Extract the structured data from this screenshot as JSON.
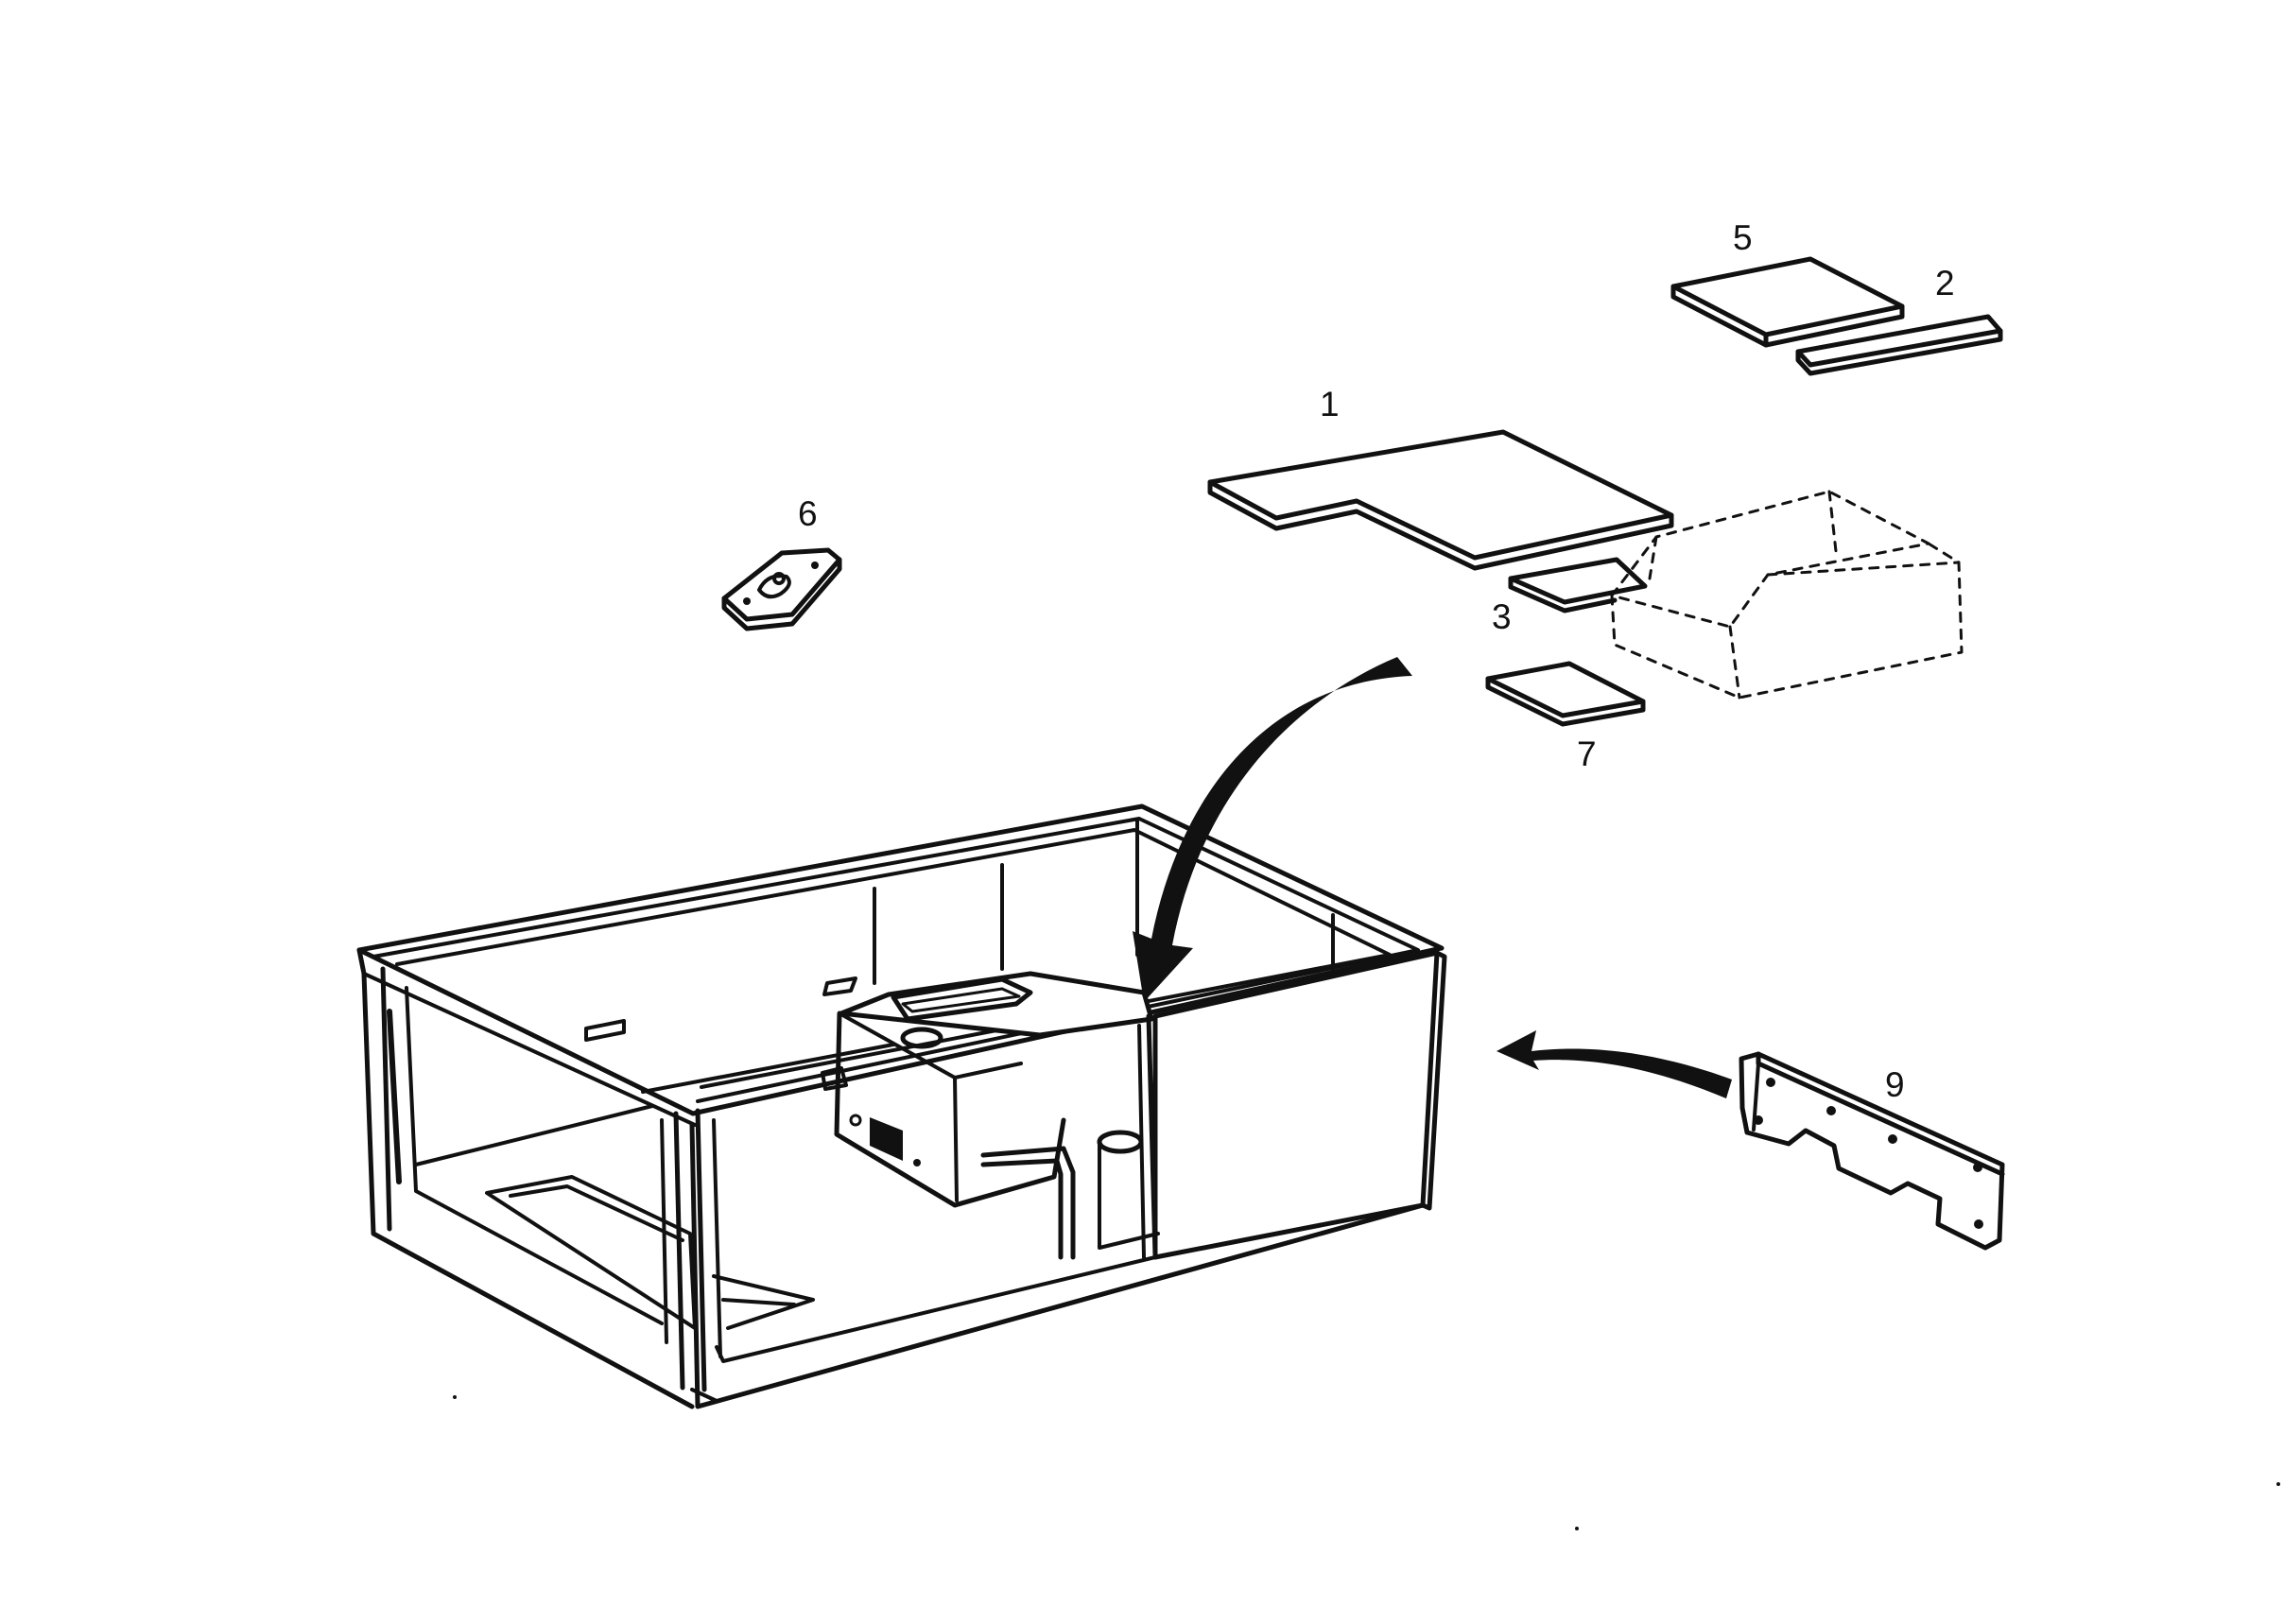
{
  "diagram": {
    "colors": {
      "ink": "#111111",
      "paper": "#ffffff"
    },
    "labels": {
      "p1": "1",
      "p2": "2",
      "p3": "3",
      "p5": "5",
      "p6": "6",
      "p7": "7",
      "p9": "9"
    }
  }
}
